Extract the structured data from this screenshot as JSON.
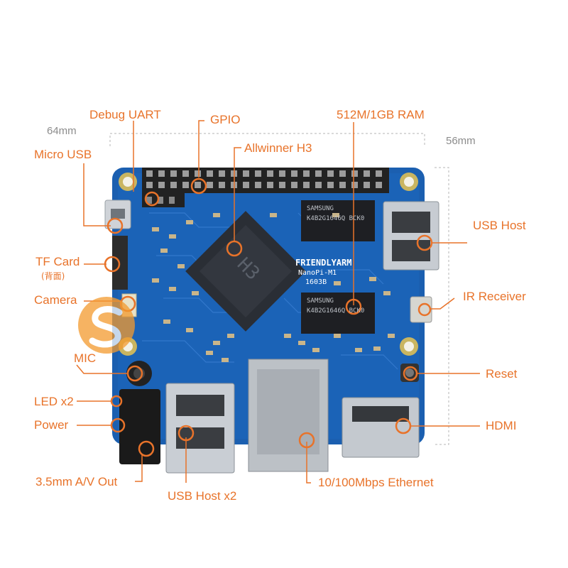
{
  "colors": {
    "accent": "#e8732a",
    "dimension": "#8c8c8c",
    "pcb": "#1b5fb0",
    "chip": "#2a2e35"
  },
  "dimensions": {
    "width": "64mm",
    "height": "56mm"
  },
  "callouts": {
    "debug_uart": "Debug UART",
    "gpio": "GPIO",
    "ram": "512M/1GB RAM",
    "soc": "Allwinner H3",
    "micro_usb": "Micro USB",
    "tf_card": "TF Card",
    "tf_card_note": "(背面)",
    "camera": "Camera",
    "mic": "MIC",
    "led": "LED x2",
    "power": "Power",
    "av_out": "3.5mm A/V Out",
    "usb_host_x2": "USB Host x2",
    "ethernet": "10/100Mbps Ethernet",
    "usb_host": "USB Host",
    "ir_receiver": "IR Receiver",
    "reset": "Reset",
    "hdmi": "HDMI"
  },
  "board_markings": {
    "soc_chip": "H3",
    "brand": "FRIENDLYARM",
    "model": "NanoPi-M1",
    "date_code": "1603B",
    "ram_chip_brand": "SAMSUNG",
    "ram_chip_code": "K4B2G1646Q BCK0"
  },
  "icons": {
    "marker": "ring-marker-icon",
    "watermark": "store-watermark-icon"
  }
}
